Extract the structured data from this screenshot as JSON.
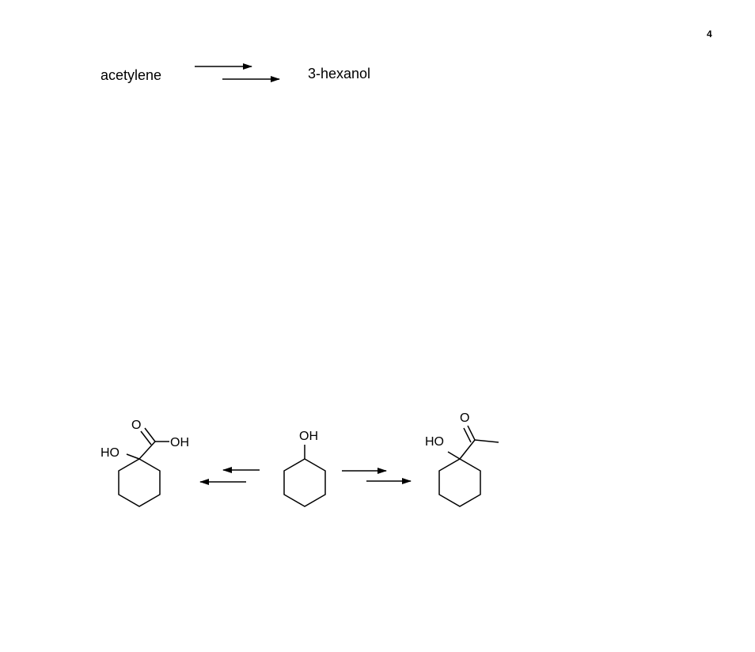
{
  "page": {
    "number": "4"
  },
  "problem_1": {
    "start": "acetylene",
    "target": "3-hexanol"
  },
  "problem_2": {
    "start_molecule": {
      "substituent": "OH"
    },
    "left_product": {
      "substituents": [
        "O",
        "OH",
        "HO"
      ]
    },
    "right_product": {
      "substituents": [
        "O",
        "HO"
      ]
    }
  }
}
